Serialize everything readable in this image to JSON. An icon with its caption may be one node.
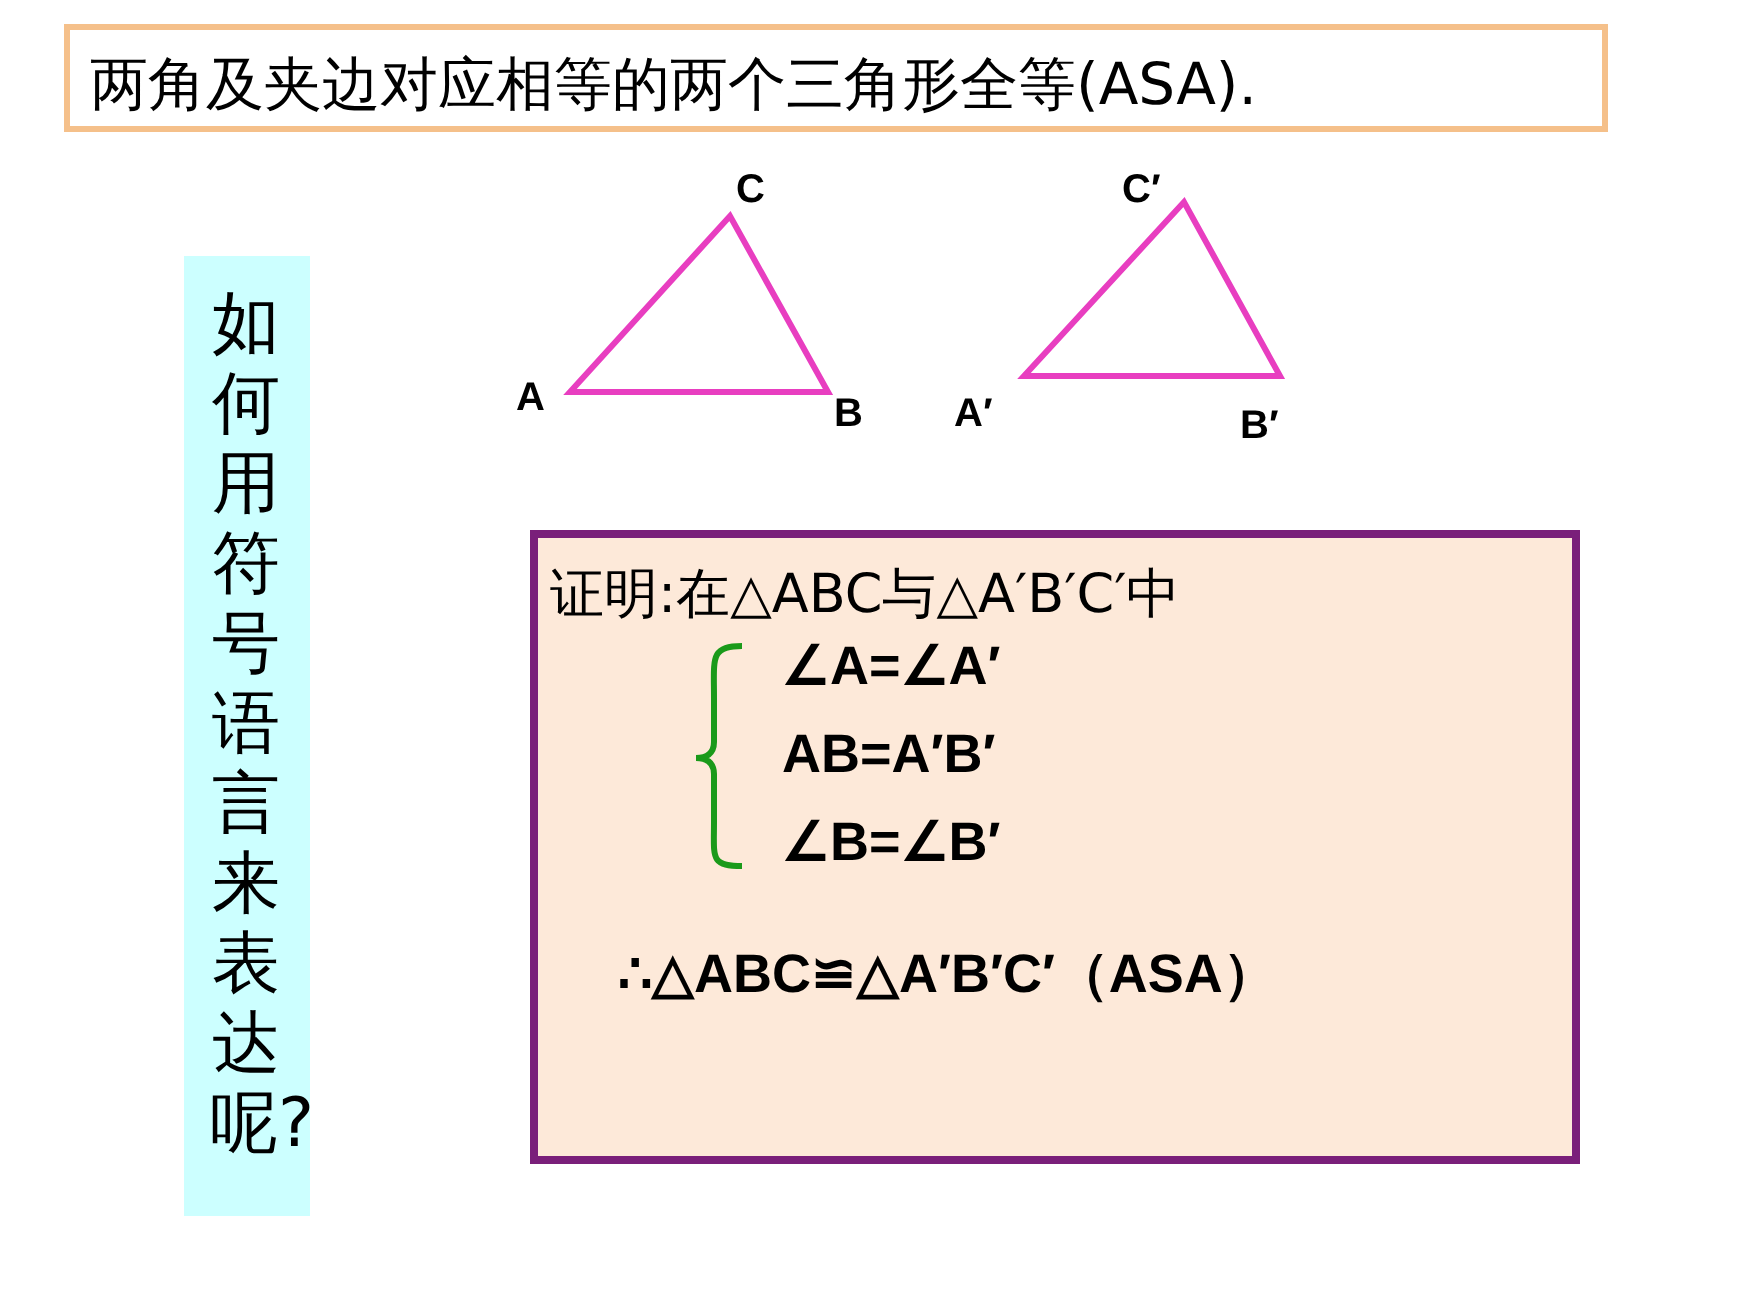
{
  "diagram": {
    "nodes": [
      {
        "text": [
          "两角及夹边对应相等的两个三角形全等(ASA)."
        ]
      },
      {
        "text": [
          "如何用符号语言来表达呢?"
        ]
      },
      {
        "text": [
          "证明:在△ABC与△A′B′C′中",
          "∠A=∠A′",
          "AB=A′B′",
          "∠B=∠B′",
          "∴△ABC≌△A′B′C′（ASA）"
        ]
      }
    ],
    "edges": [],
    "labels": [
      "C",
      "C′",
      "A",
      "B",
      "A′",
      "B′"
    ]
  }
}
